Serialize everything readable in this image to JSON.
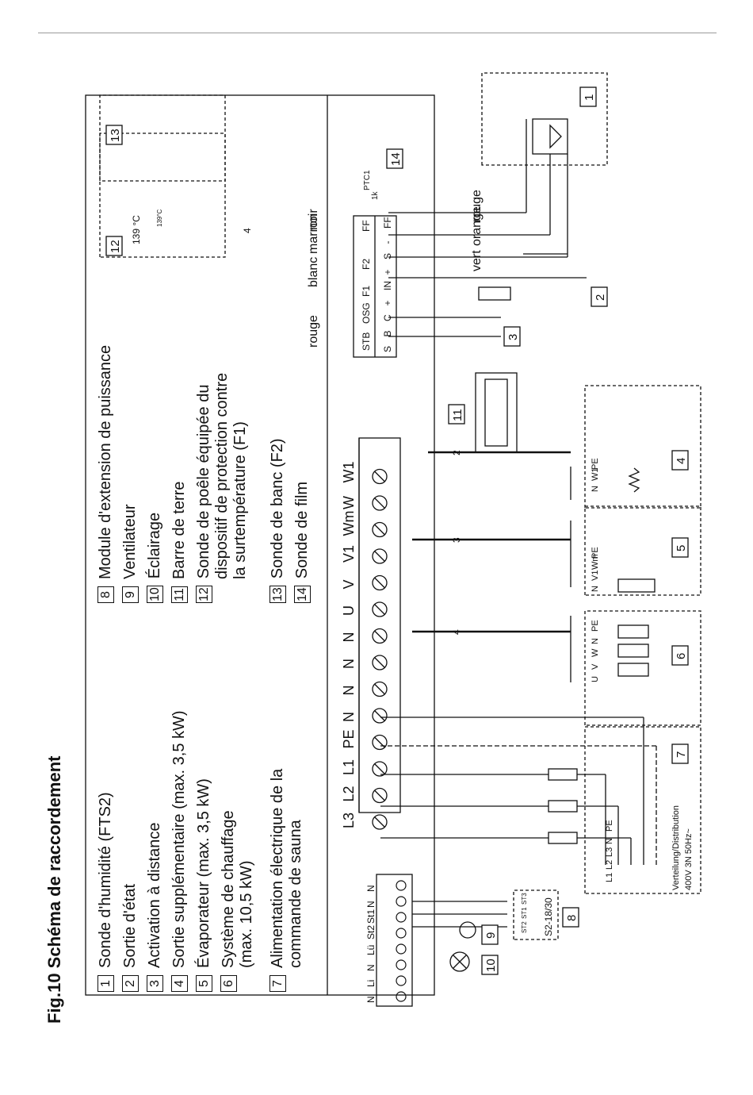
{
  "figure_title": "Fig.10  Schéma de raccordement",
  "legend": [
    {
      "num": "1",
      "lines": [
        "Sonde d'humidité (FTS2)"
      ]
    },
    {
      "num": "2",
      "lines": [
        "Sortie d'état"
      ]
    },
    {
      "num": "3",
      "lines": [
        "Activation à distance"
      ]
    },
    {
      "num": "4",
      "lines": [
        "Sortie supplémentaire (max. 3,5 kW)"
      ]
    },
    {
      "num": "5",
      "lines": [
        "Évaporateur (max. 3,5 kW)"
      ]
    },
    {
      "num": "6",
      "lines": [
        "Système de chauffage",
        "(max. 10,5 kW)"
      ]
    },
    {
      "num": "7",
      "lines": [
        "Alimentation électrique de la",
        "commande de sauna"
      ]
    },
    {
      "num": "8",
      "lines": [
        "Module d'extension de puissance"
      ]
    },
    {
      "num": "9",
      "lines": [
        "Ventilateur"
      ]
    },
    {
      "num": "10",
      "lines": [
        "Éclairage"
      ]
    },
    {
      "num": "11",
      "lines": [
        "Barre de terre"
      ]
    },
    {
      "num": "12",
      "lines": [
        "Sonde de poêle équipée du",
        "dispositif de protection contre",
        "la surtempérature (F1)"
      ]
    },
    {
      "num": "13",
      "lines": [
        "Sonde de banc (F2)"
      ]
    },
    {
      "num": "14",
      "lines": [
        "Sonde de film"
      ]
    }
  ],
  "diagram": {
    "main_terminals": [
      "L3",
      "L2",
      "L1",
      "PE",
      "N",
      "N",
      "N",
      "N",
      "U",
      "V",
      "V1",
      "Wm",
      "W",
      "W1"
    ],
    "small_terminals": [
      "N",
      "Li",
      "N",
      "Lü",
      "St2",
      "St1",
      "N",
      "N"
    ],
    "sensor_block_top": [
      "STB",
      "OSG",
      "F1",
      "F2",
      "FF"
    ],
    "sensor_block_bottom": [
      "S",
      "B",
      "C",
      "+",
      "IN",
      "+",
      "S",
      "-",
      "FF"
    ],
    "f2_minus": "-",
    "wire_colors": {
      "rouge": "rouge",
      "blanc": "blanc",
      "marron": "marron",
      "noir": "noir",
      "vert": "vert",
      "orange": "orange"
    },
    "wire_counts": [
      "2",
      "3",
      "4",
      "4"
    ],
    "temp_139": "139 °C",
    "temp_139_small": "139°C",
    "ptc_label": "PTC1",
    "ptc_value": "1k",
    "module_8_label": "S2-18/30",
    "module_8_terminals": [
      "ST2",
      "ST1",
      "ST3"
    ],
    "out4_terminals": [
      "N",
      "W1",
      "PE"
    ],
    "out5_terminals": [
      "N",
      "V1",
      "Wm",
      "PE"
    ],
    "out6_terminals": [
      "U",
      "V",
      "W",
      "N",
      "PE"
    ],
    "supply_lines": [
      "L1",
      "L2",
      "L3",
      "N",
      "PE"
    ],
    "distribution_label_1": "Verteilung/Distribution",
    "distribution_label_2": "400V 3N 50Hz~"
  }
}
